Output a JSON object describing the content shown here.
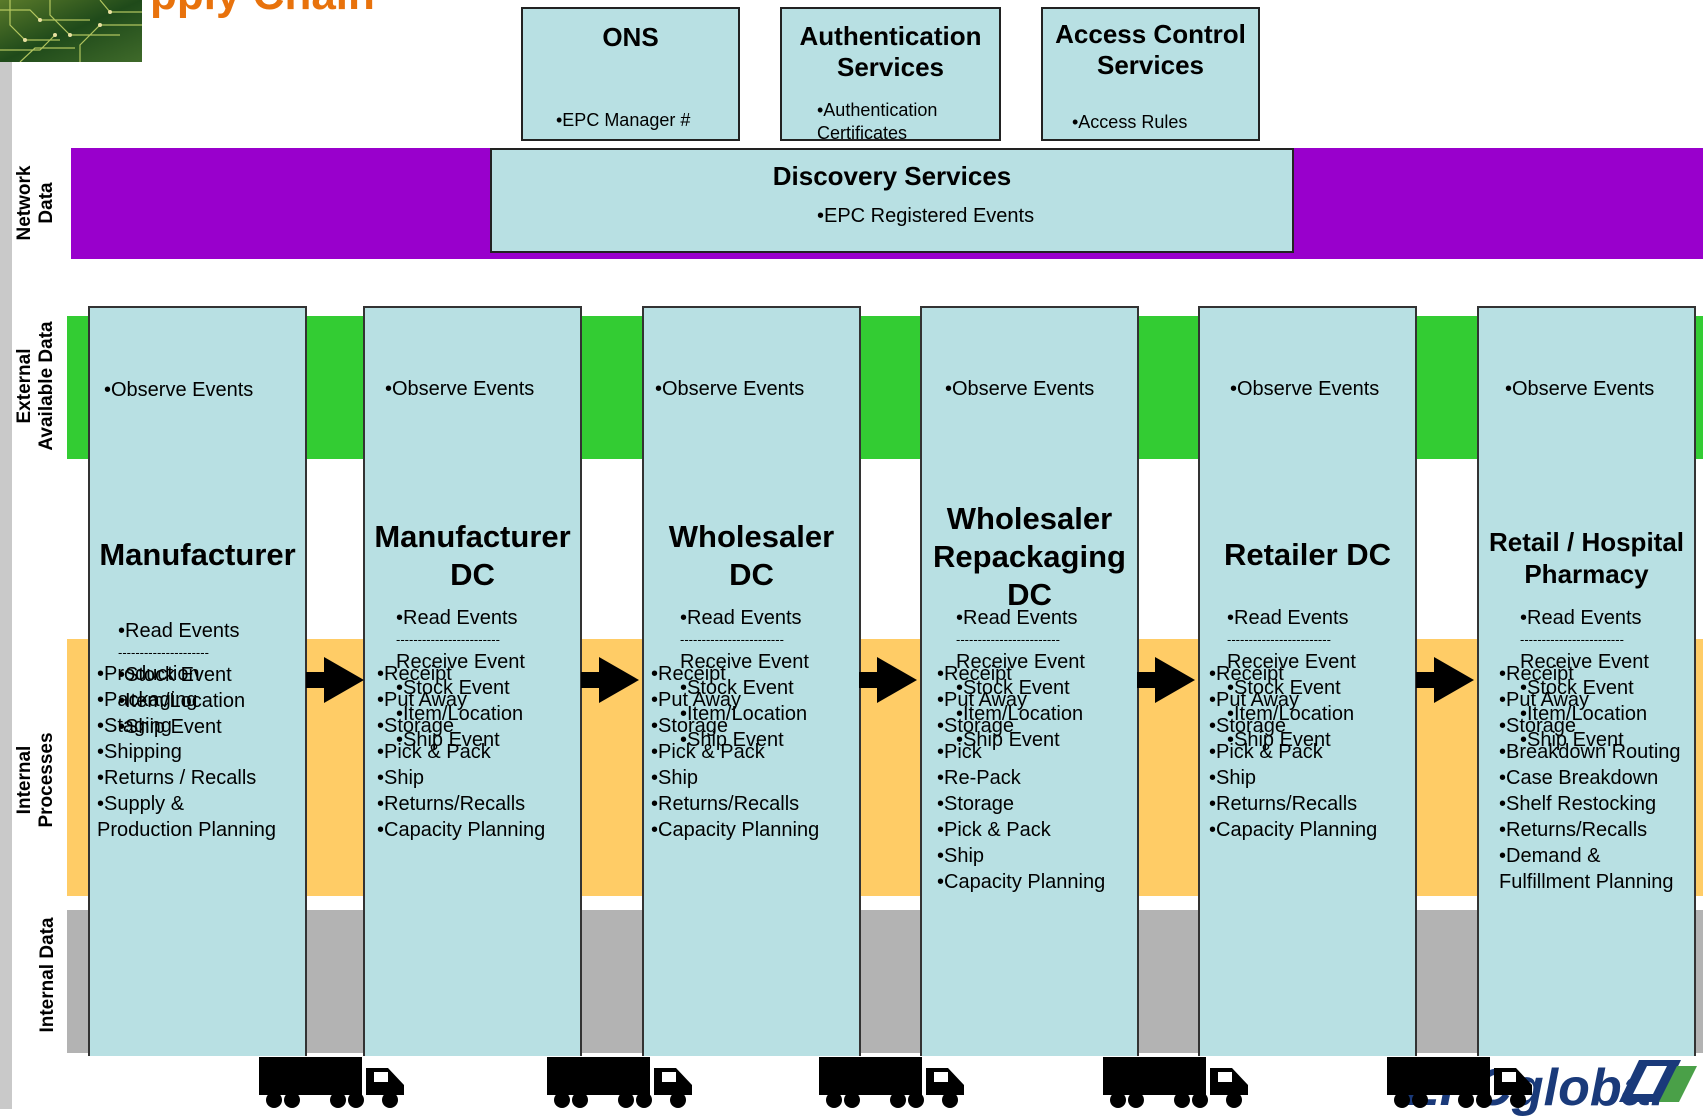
{
  "header": {
    "partial_title": "pply Chain"
  },
  "band_labels": {
    "network": [
      "Network",
      "Data"
    ],
    "external": [
      "External",
      "Available Data"
    ],
    "internal_processes": [
      "Internal",
      "Processes"
    ],
    "internal_data": [
      "Internal Data"
    ]
  },
  "services": {
    "ons": {
      "title": [
        "ONS"
      ],
      "bullets": [
        "•EPC Manager #"
      ]
    },
    "auth": {
      "title": [
        "Authentication",
        "Services"
      ],
      "bullets": [
        "•Authentication",
        "Certificates"
      ]
    },
    "access": {
      "title": [
        "Access Control",
        "Services"
      ],
      "bullets": [
        "•Access Rules"
      ]
    },
    "discovery": {
      "title": "Discovery  Services",
      "bullet": "•EPC Registered Events"
    }
  },
  "columns": [
    {
      "observe": "•Observe Events",
      "title": [
        "Manufacturer"
      ],
      "processes": [
        "•Production",
        "•Packaging",
        "•Staging",
        "•Shipping",
        "•Returns / Recalls",
        "•Supply &",
        "Production Planning"
      ],
      "data": [
        "•Read Events",
        "---------------------",
        "•Stock Event",
        "•Item/Location",
        "•Ship Event"
      ]
    },
    {
      "observe": "•Observe Events",
      "title": [
        "Manufacturer",
        "DC"
      ],
      "processes": [
        "•Receipt",
        "•Put Away",
        "•Storage",
        "•Pick & Pack",
        "•Ship",
        "•Returns/Recalls",
        "•Capacity Planning"
      ],
      "data": [
        "•Read Events",
        "------------------------",
        "Receive Event",
        "•Stock Event",
        "•Item/Location",
        "•Ship Event"
      ]
    },
    {
      "observe": "•Observe Events",
      "title": [
        "Wholesaler",
        "DC"
      ],
      "processes": [
        "•Receipt",
        "•Put Away",
        "•Storage",
        "•Pick & Pack",
        "•Ship",
        "•Returns/Recalls",
        "•Capacity Planning"
      ],
      "data": [
        "•Read Events",
        "------------------------",
        "Receive Event",
        "•Stock Event",
        "•Item/Location",
        "•Ship Event"
      ]
    },
    {
      "observe": "•Observe Events",
      "title": [
        "Wholesaler",
        "Repackaging",
        "DC"
      ],
      "processes": [
        "•Receipt",
        "•Put Away",
        "•Storage",
        "•Pick",
        "•Re-Pack",
        "•Storage",
        "•Pick & Pack",
        "•Ship",
        "•Capacity Planning"
      ],
      "data": [
        "•Read Events",
        "------------------------",
        "Receive Event",
        "•Stock Event",
        "•Item/Location",
        "•Ship Event"
      ]
    },
    {
      "observe": "•Observe Events",
      "title": [
        "Retailer DC"
      ],
      "processes": [
        "•Receipt",
        "•Put Away",
        "•Storage",
        "•Pick & Pack",
        "•Ship",
        "•Returns/Recalls",
        "•Capacity Planning"
      ],
      "data": [
        "•Read Events",
        "------------------------",
        "Receive Event",
        "•Stock Event",
        "•Item/Location",
        "•Ship Event"
      ]
    },
    {
      "observe": "•Observe Events",
      "title": [
        "Retail / Hospital",
        "Pharmacy"
      ],
      "processes": [
        "•Receipt",
        "•Put Away",
        "•Storage",
        "•Breakdown Routing",
        "•Case Breakdown",
        "•Shelf Restocking",
        "•Returns/Recalls",
        "•Demand &",
        "Fulfillment Planning"
      ],
      "data": [
        "•Read Events",
        "------------------------",
        "Receive Event",
        "•Stock Event",
        "•Item/Location",
        "•Ship Event"
      ]
    }
  ],
  "footer": {
    "logo_text": "EPCglobal"
  },
  "colors": {
    "network_band": "#9900cc",
    "external_band": "#33cc33",
    "internal_process_band": "#ffcc66",
    "internal_data_band": "#b3b3b3",
    "box_fill": "#b8e0e3",
    "title_orange": "#e8720c"
  }
}
